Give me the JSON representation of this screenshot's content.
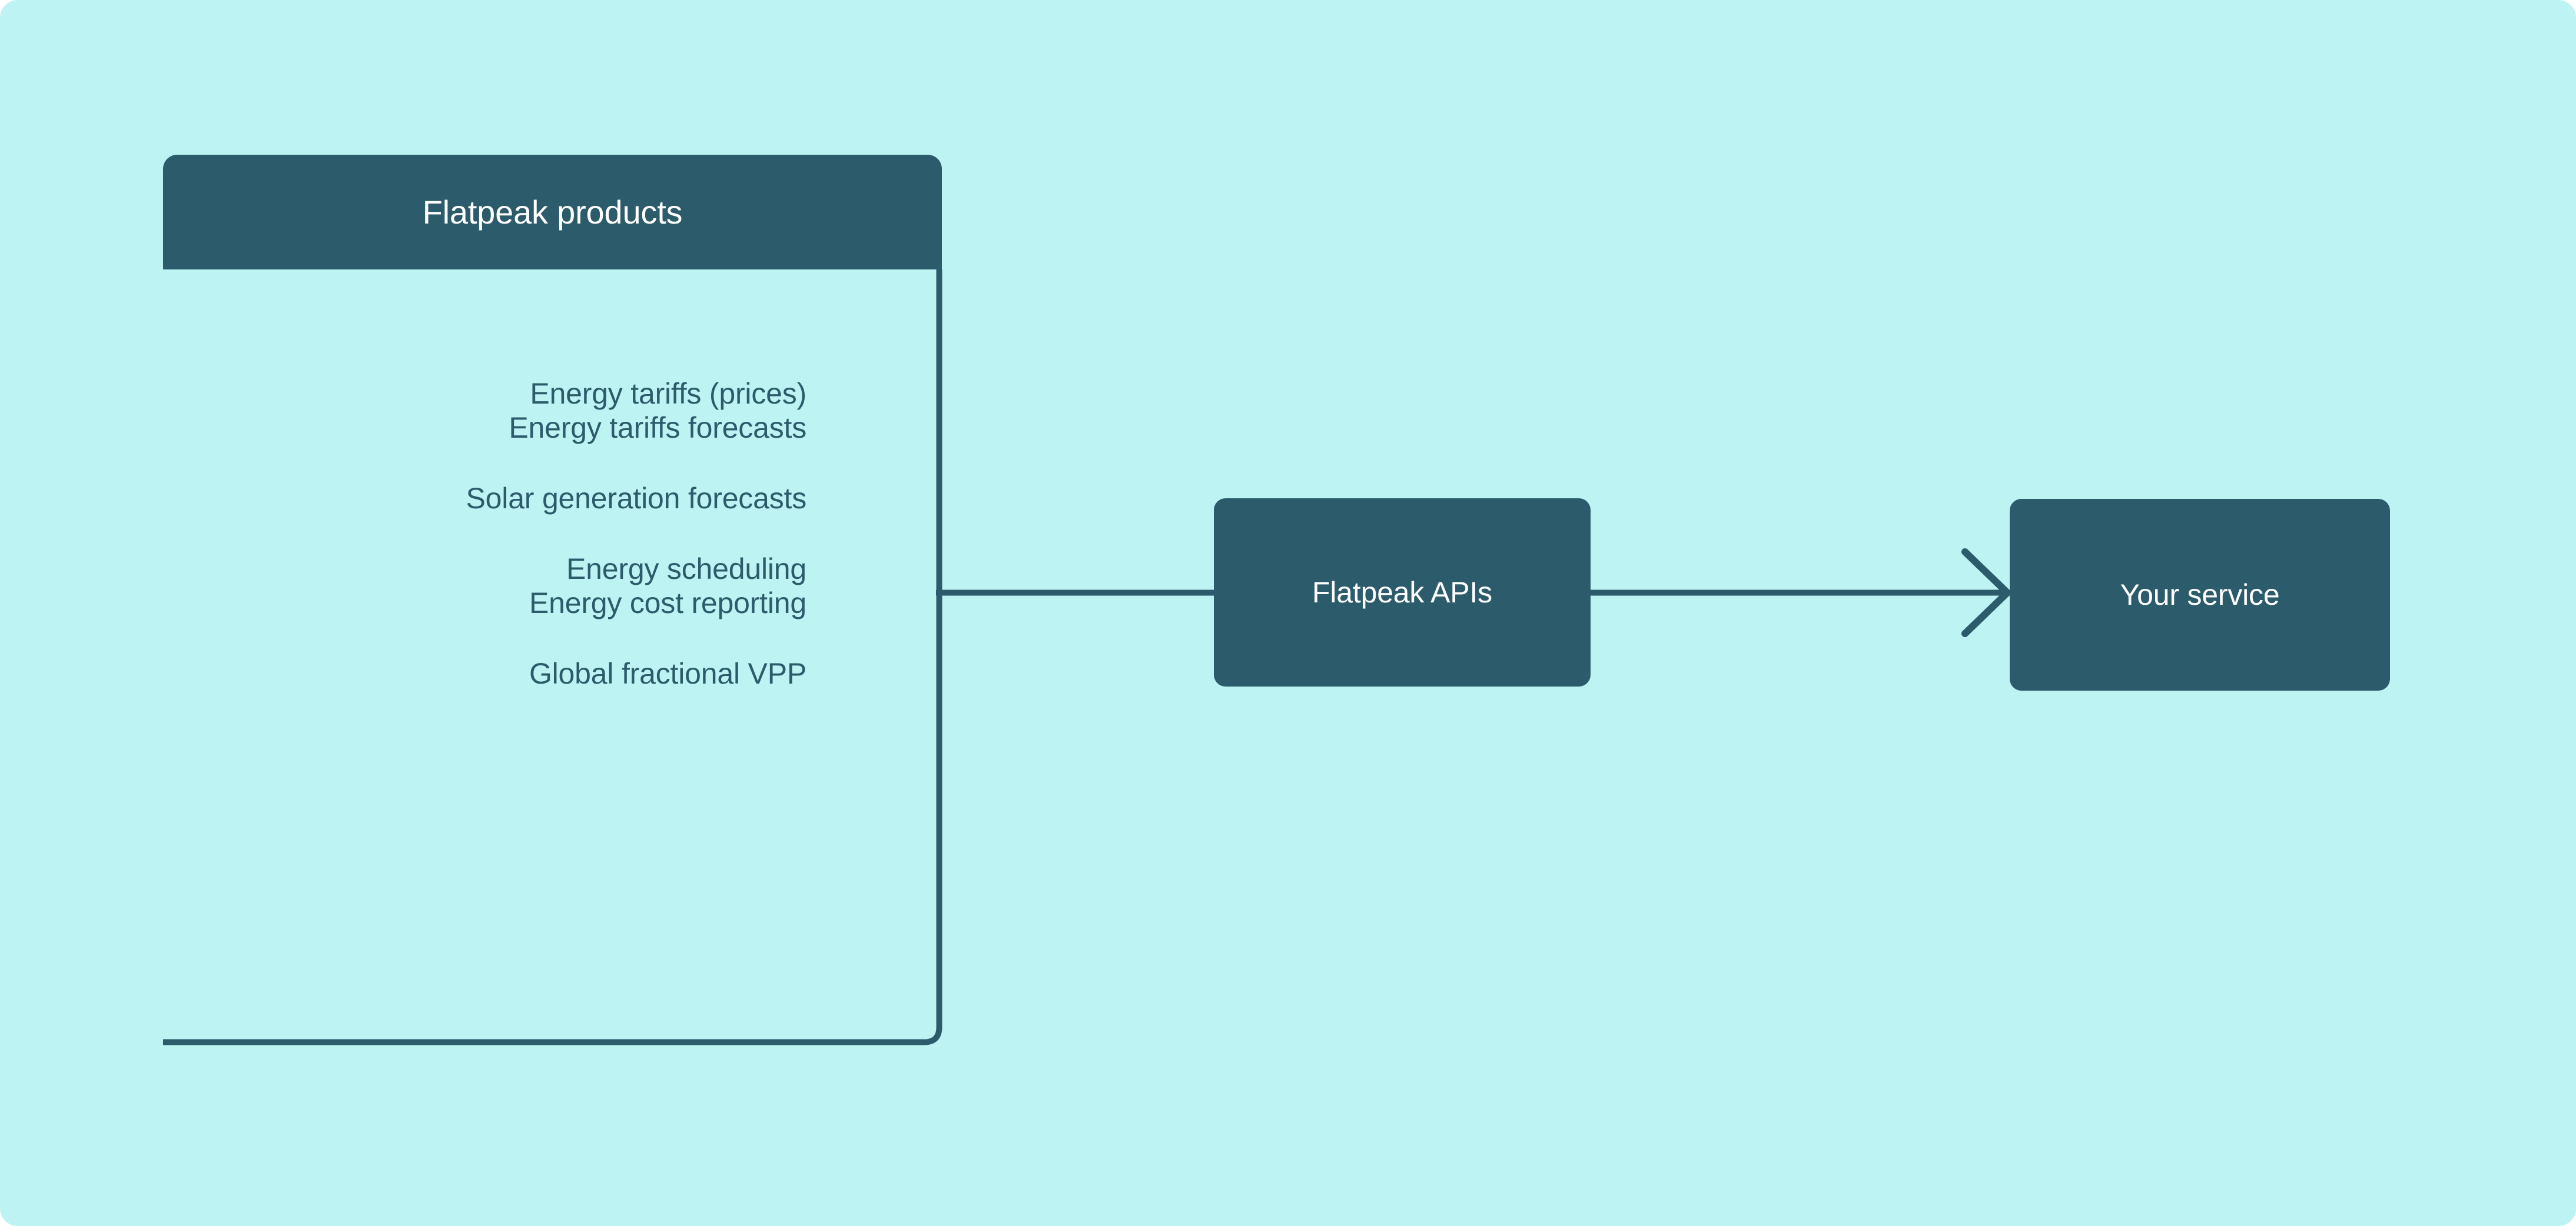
{
  "colors": {
    "background": "#BDF3F2",
    "primary": "#2C5B6B",
    "on_primary": "#FFFFFF"
  },
  "diagram": {
    "type": "flow",
    "products_bracket": {
      "header_label": "Flatpeak products",
      "groups": [
        {
          "items": [
            "Energy tariffs (prices)",
            "Energy tariffs forecasts"
          ]
        },
        {
          "items": [
            "Solar generation forecasts"
          ]
        },
        {
          "items": [
            "Energy scheduling",
            "Energy cost reporting"
          ]
        },
        {
          "items": [
            "Global fractional VPP"
          ]
        }
      ]
    },
    "nodes": [
      {
        "id": "apis",
        "label": "Flatpeak APIs"
      },
      {
        "id": "service",
        "label": "Your service"
      }
    ],
    "connectors": [
      {
        "from": "products-bracket",
        "to": "apis",
        "arrow": false
      },
      {
        "from": "apis",
        "to": "service",
        "arrow": true
      }
    ]
  }
}
